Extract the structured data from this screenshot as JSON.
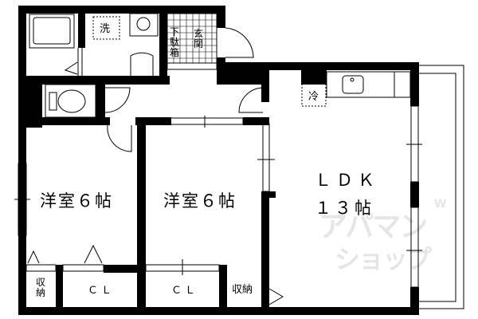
{
  "floor_plan": {
    "rooms": [
      {
        "id": "western-room-1",
        "label": "洋室６帖"
      },
      {
        "id": "western-room-2",
        "label": "洋室６帖"
      },
      {
        "id": "ldk-line1",
        "label": "ＬＤＫ"
      },
      {
        "id": "ldk-line2",
        "label": "１３帖"
      }
    ],
    "fixtures": {
      "washer": "洗",
      "fridge": "冷",
      "shoe_box": "下駄箱",
      "entrance": "玄関",
      "closet_1": "ＣＬ",
      "closet_2": "ＣＬ",
      "storage_1": "収納",
      "storage_2": "収納"
    },
    "watermark": {
      "line1": "アパマン",
      "line2": "ショップ",
      "corner": "W"
    },
    "colors": {
      "wall": "#000000",
      "background": "#ffffff",
      "watermark": "#e6e6e6"
    }
  }
}
